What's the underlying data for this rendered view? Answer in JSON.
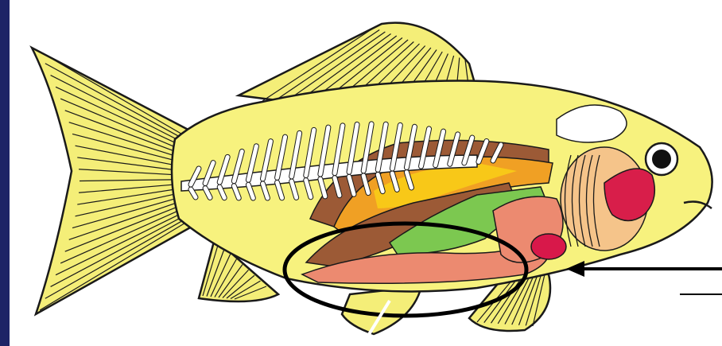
{
  "colors": {
    "frame": "#1d2466",
    "background": "#ffffff",
    "body": "#f7f27e",
    "fin": "#f4ee78",
    "outline": "#1a1a1a",
    "skeleton": "#ffffff",
    "muscle_brown": "#9c5a36",
    "liver_orange": "#f0a024",
    "liver_yellow": "#f8c818",
    "stomach_green": "#7cc850",
    "salmon": "#ec8a70",
    "gills": "#f5c48a",
    "gill_red": "#d81e4a",
    "heart": "#d8184a",
    "eye": "#111111",
    "ellipse": "#000000",
    "arrow": "#000000"
  },
  "icons": {
    "fish": "fish-anatomy-illustration",
    "annotation": "ellipse-highlight",
    "pointer": "left-arrow"
  }
}
